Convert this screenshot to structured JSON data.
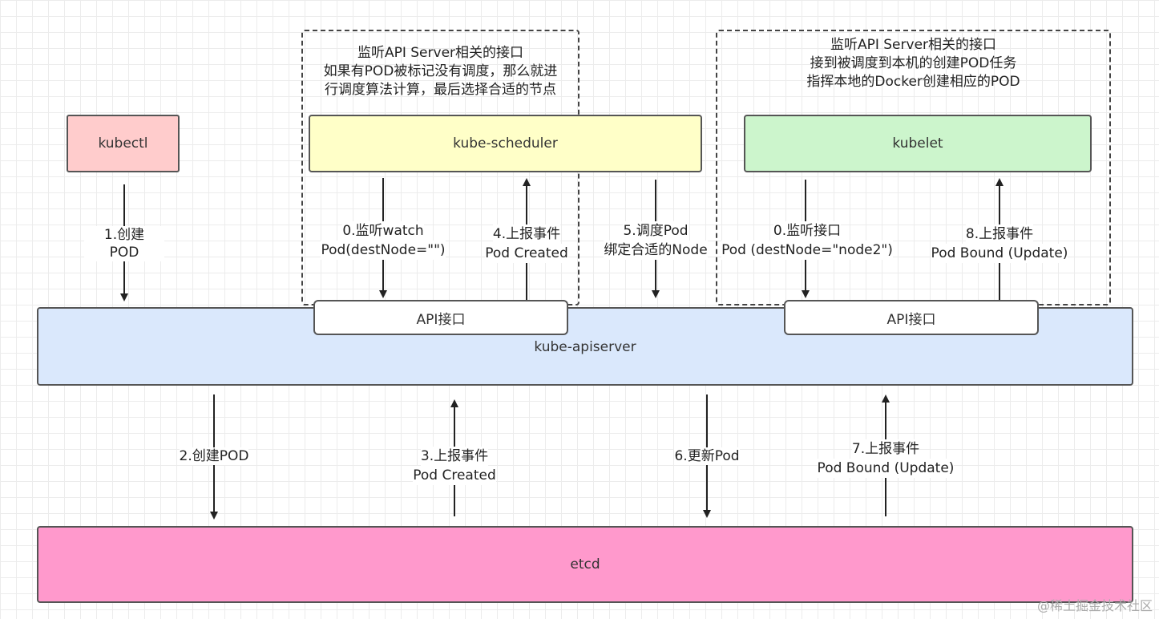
{
  "colors": {
    "kubectl": "#ffcccc",
    "scheduler": "#ffffc8",
    "kubelet": "#ccf5cc",
    "apiserver": "#dae8fc",
    "etcd": "#ff99cc"
  },
  "components": {
    "kubectl": "kubectl",
    "scheduler": "kube-scheduler",
    "kubelet": "kubelet",
    "apiserver": "kube-apiserver",
    "etcd": "etcd",
    "api_left": "API接口",
    "api_right": "API接口"
  },
  "notes": {
    "scheduler": [
      "监听API Server相关的接口",
      "如果有POD被标记没有调度，那么就进",
      "行调度算法计算，最后选择合适的节点"
    ],
    "kubelet": [
      "监听API Server相关的接口",
      "接到被调度到本机的创建POD任务",
      "指挥本地的Docker创建相应的POD"
    ]
  },
  "edges": {
    "e1": [
      "1.创建",
      "POD"
    ],
    "e0a": [
      "0.监听watch",
      "Pod(destNode=\"\")"
    ],
    "e4": [
      "4.上报事件",
      "Pod Created"
    ],
    "e5": [
      "5.调度Pod",
      "绑定合适的Node"
    ],
    "e0b": [
      "0.监听接口",
      "Pod (destNode=\"node2\")"
    ],
    "e8": [
      "8.上报事件",
      "Pod Bound (Update)"
    ],
    "e2": [
      "2.创建POD"
    ],
    "e3": [
      "3.上报事件",
      "Pod Created"
    ],
    "e6": [
      "6.更新Pod"
    ],
    "e7": [
      "7.上报事件",
      "Pod Bound (Update)"
    ]
  },
  "watermark": "@稀土掘金技术社区"
}
